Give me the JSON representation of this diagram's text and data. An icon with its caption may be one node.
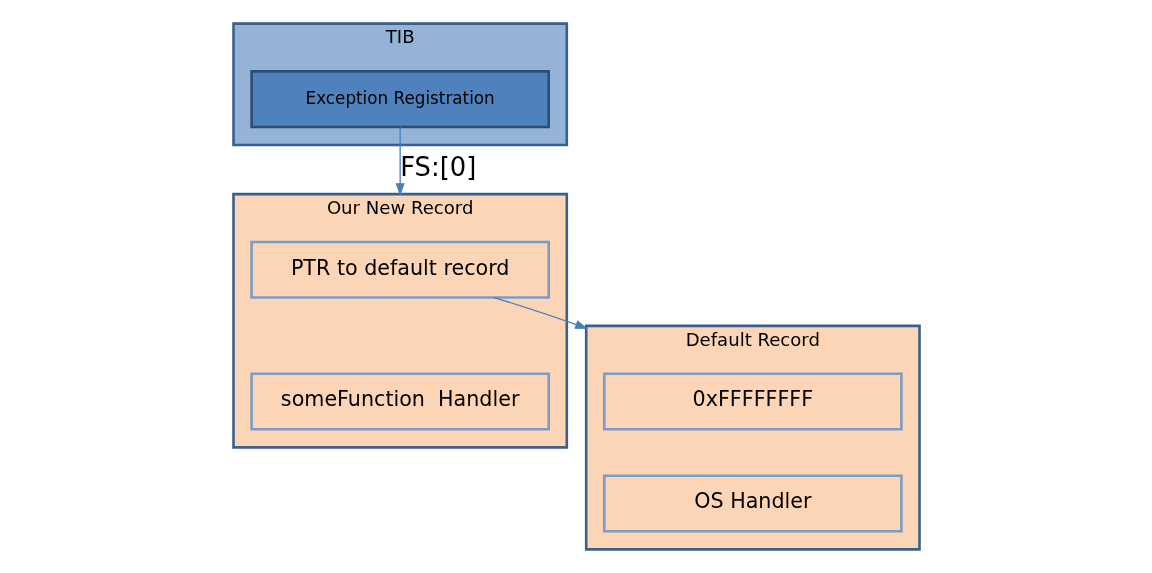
{
  "diagram": {
    "nodes": [
      {
        "text": [
          "TIB"
        ]
      },
      {
        "text": [
          "Exception Registration"
        ],
        "in": 0
      },
      {
        "text": [
          "Our New Record"
        ]
      },
      {
        "text": [
          "PTR to default record"
        ],
        "in": 2
      },
      {
        "text": [
          "someFunction  Handler"
        ],
        "in": 2
      },
      {
        "text": [
          "Default Record"
        ]
      },
      {
        "text": [
          "0xFFFFFFFF"
        ],
        "in": 5
      },
      {
        "text": [
          "OS Handler"
        ],
        "in": 5
      }
    ],
    "edges": [
      {
        "from": 1,
        "to": 2,
        "arrow": "to",
        "label": "FS:[0]"
      },
      {
        "from": 3,
        "to": 5,
        "arrow": "to"
      }
    ]
  }
}
